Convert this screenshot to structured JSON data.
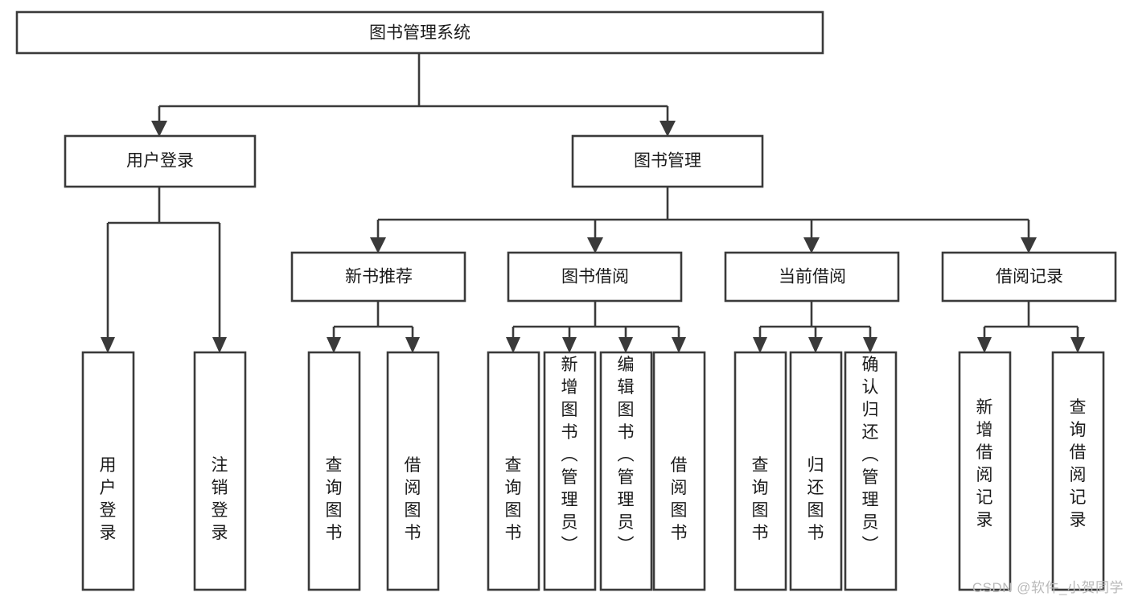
{
  "diagram": {
    "title": "图书管理系统",
    "type": "tree",
    "watermark": "CSDN @软件_小贺同学",
    "colors": {
      "stroke": "#3a3a3a",
      "fill": "#ffffff",
      "text": "#1a1a1a",
      "watermark": "#b9b9b9"
    },
    "levels": [
      {
        "level": 1,
        "nodes": [
          {
            "id": "root",
            "label": "图书管理系统",
            "orientation": "horizontal"
          }
        ]
      },
      {
        "level": 2,
        "nodes": [
          {
            "id": "login",
            "label": "用户登录",
            "orientation": "horizontal",
            "parent": "root"
          },
          {
            "id": "bookmgmt",
            "label": "图书管理",
            "orientation": "horizontal",
            "parent": "root"
          }
        ]
      },
      {
        "level": 3,
        "nodes": [
          {
            "id": "newbook",
            "label": "新书推荐",
            "orientation": "horizontal",
            "parent": "bookmgmt"
          },
          {
            "id": "borrow",
            "label": "图书借阅",
            "orientation": "horizontal",
            "parent": "bookmgmt"
          },
          {
            "id": "current",
            "label": "当前借阅",
            "orientation": "horizontal",
            "parent": "bookmgmt"
          },
          {
            "id": "records",
            "label": "借阅记录",
            "orientation": "horizontal",
            "parent": "bookmgmt"
          }
        ]
      },
      {
        "level": 4,
        "nodes": [
          {
            "id": "leaf-1",
            "label": "用户登录",
            "orientation": "vertical",
            "parent": "login"
          },
          {
            "id": "leaf-2",
            "label": "注销登录",
            "orientation": "vertical",
            "parent": "login"
          },
          {
            "id": "leaf-3",
            "label": "查询图书",
            "orientation": "vertical",
            "parent": "newbook"
          },
          {
            "id": "leaf-4",
            "label": "借阅图书",
            "orientation": "vertical",
            "parent": "newbook"
          },
          {
            "id": "leaf-5",
            "label": "查询图书",
            "orientation": "vertical",
            "parent": "borrow"
          },
          {
            "id": "leaf-6",
            "label": "新增图书（管理员）",
            "orientation": "vertical",
            "parent": "borrow"
          },
          {
            "id": "leaf-7",
            "label": "编辑图书（管理员）",
            "orientation": "vertical",
            "parent": "borrow"
          },
          {
            "id": "leaf-8",
            "label": "借阅图书",
            "orientation": "vertical",
            "parent": "borrow"
          },
          {
            "id": "leaf-9",
            "label": "查询图书",
            "orientation": "vertical",
            "parent": "current"
          },
          {
            "id": "leaf-10",
            "label": "归还图书",
            "orientation": "vertical",
            "parent": "current"
          },
          {
            "id": "leaf-11",
            "label": "确认归还（管理员）",
            "orientation": "vertical",
            "parent": "current"
          },
          {
            "id": "leaf-12",
            "label": "新增借阅记录",
            "orientation": "vertical",
            "parent": "records"
          },
          {
            "id": "leaf-13",
            "label": "查询借阅记录",
            "orientation": "vertical",
            "parent": "records"
          }
        ]
      }
    ]
  }
}
